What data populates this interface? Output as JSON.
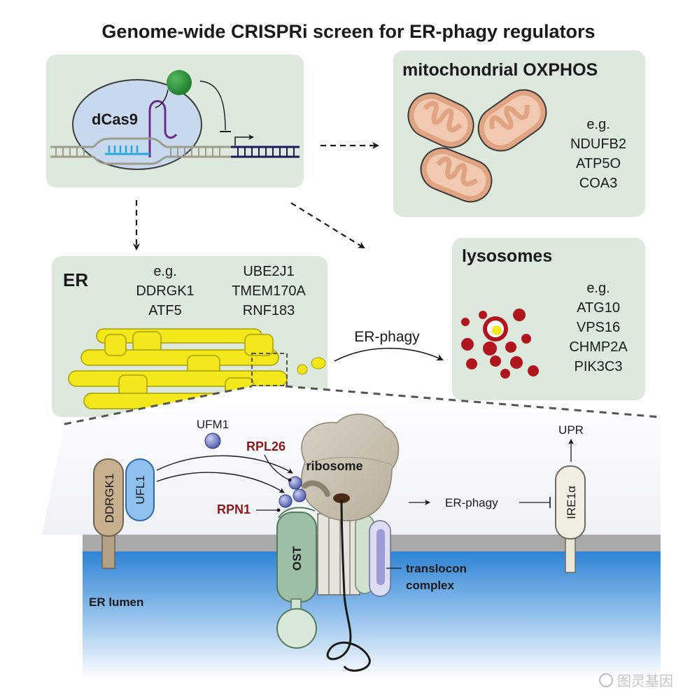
{
  "title": "Genome-wide CRISPRi screen for ER-phagy regulators",
  "crispri_panel": {
    "dcas9_label": "dCas9"
  },
  "mito_panel": {
    "title": "mitochondrial OXPHOS",
    "eg": "e.g.",
    "genes": [
      "NDUFB2",
      "ATP5O",
      "COA3"
    ]
  },
  "er_panel": {
    "title": "ER",
    "eg": "e.g.",
    "genes_left": [
      "DDRGK1",
      "ATF5"
    ],
    "genes_right": [
      "UBE2J1",
      "TMEM170A",
      "RNF183"
    ]
  },
  "er_phagy_arrow_label": "ER-phagy",
  "lysosome_panel": {
    "title": "lysosomes",
    "eg": "e.g.",
    "genes": [
      "ATG10",
      "VPS16",
      "CHMP2A",
      "PIK3C3"
    ]
  },
  "membrane_diagram": {
    "ufm1": "UFM1",
    "ddrgk1": "DDRGK1",
    "ufl1": "UFL1",
    "rpl26": "RPL26",
    "ribosome": "ribosome",
    "rpn1": "RPN1",
    "ost": "OST",
    "er_phagy": "ER-phagy",
    "ire1a": "IRE1α",
    "upr": "UPR",
    "translocon": "translocon",
    "complex": "complex",
    "er_lumen": "ER lumen"
  },
  "watermark": "图灵基因",
  "colors": {
    "panel_bg": "#dde9dd",
    "er_yellow": "#f3e81c",
    "lysosome_red": "#b1161f",
    "mito_fill": "#e0a483",
    "lumen_blue": "#2b82d4",
    "membrane_gray": "#a9a9a9",
    "accent_red_text": "#8b1a1a"
  }
}
